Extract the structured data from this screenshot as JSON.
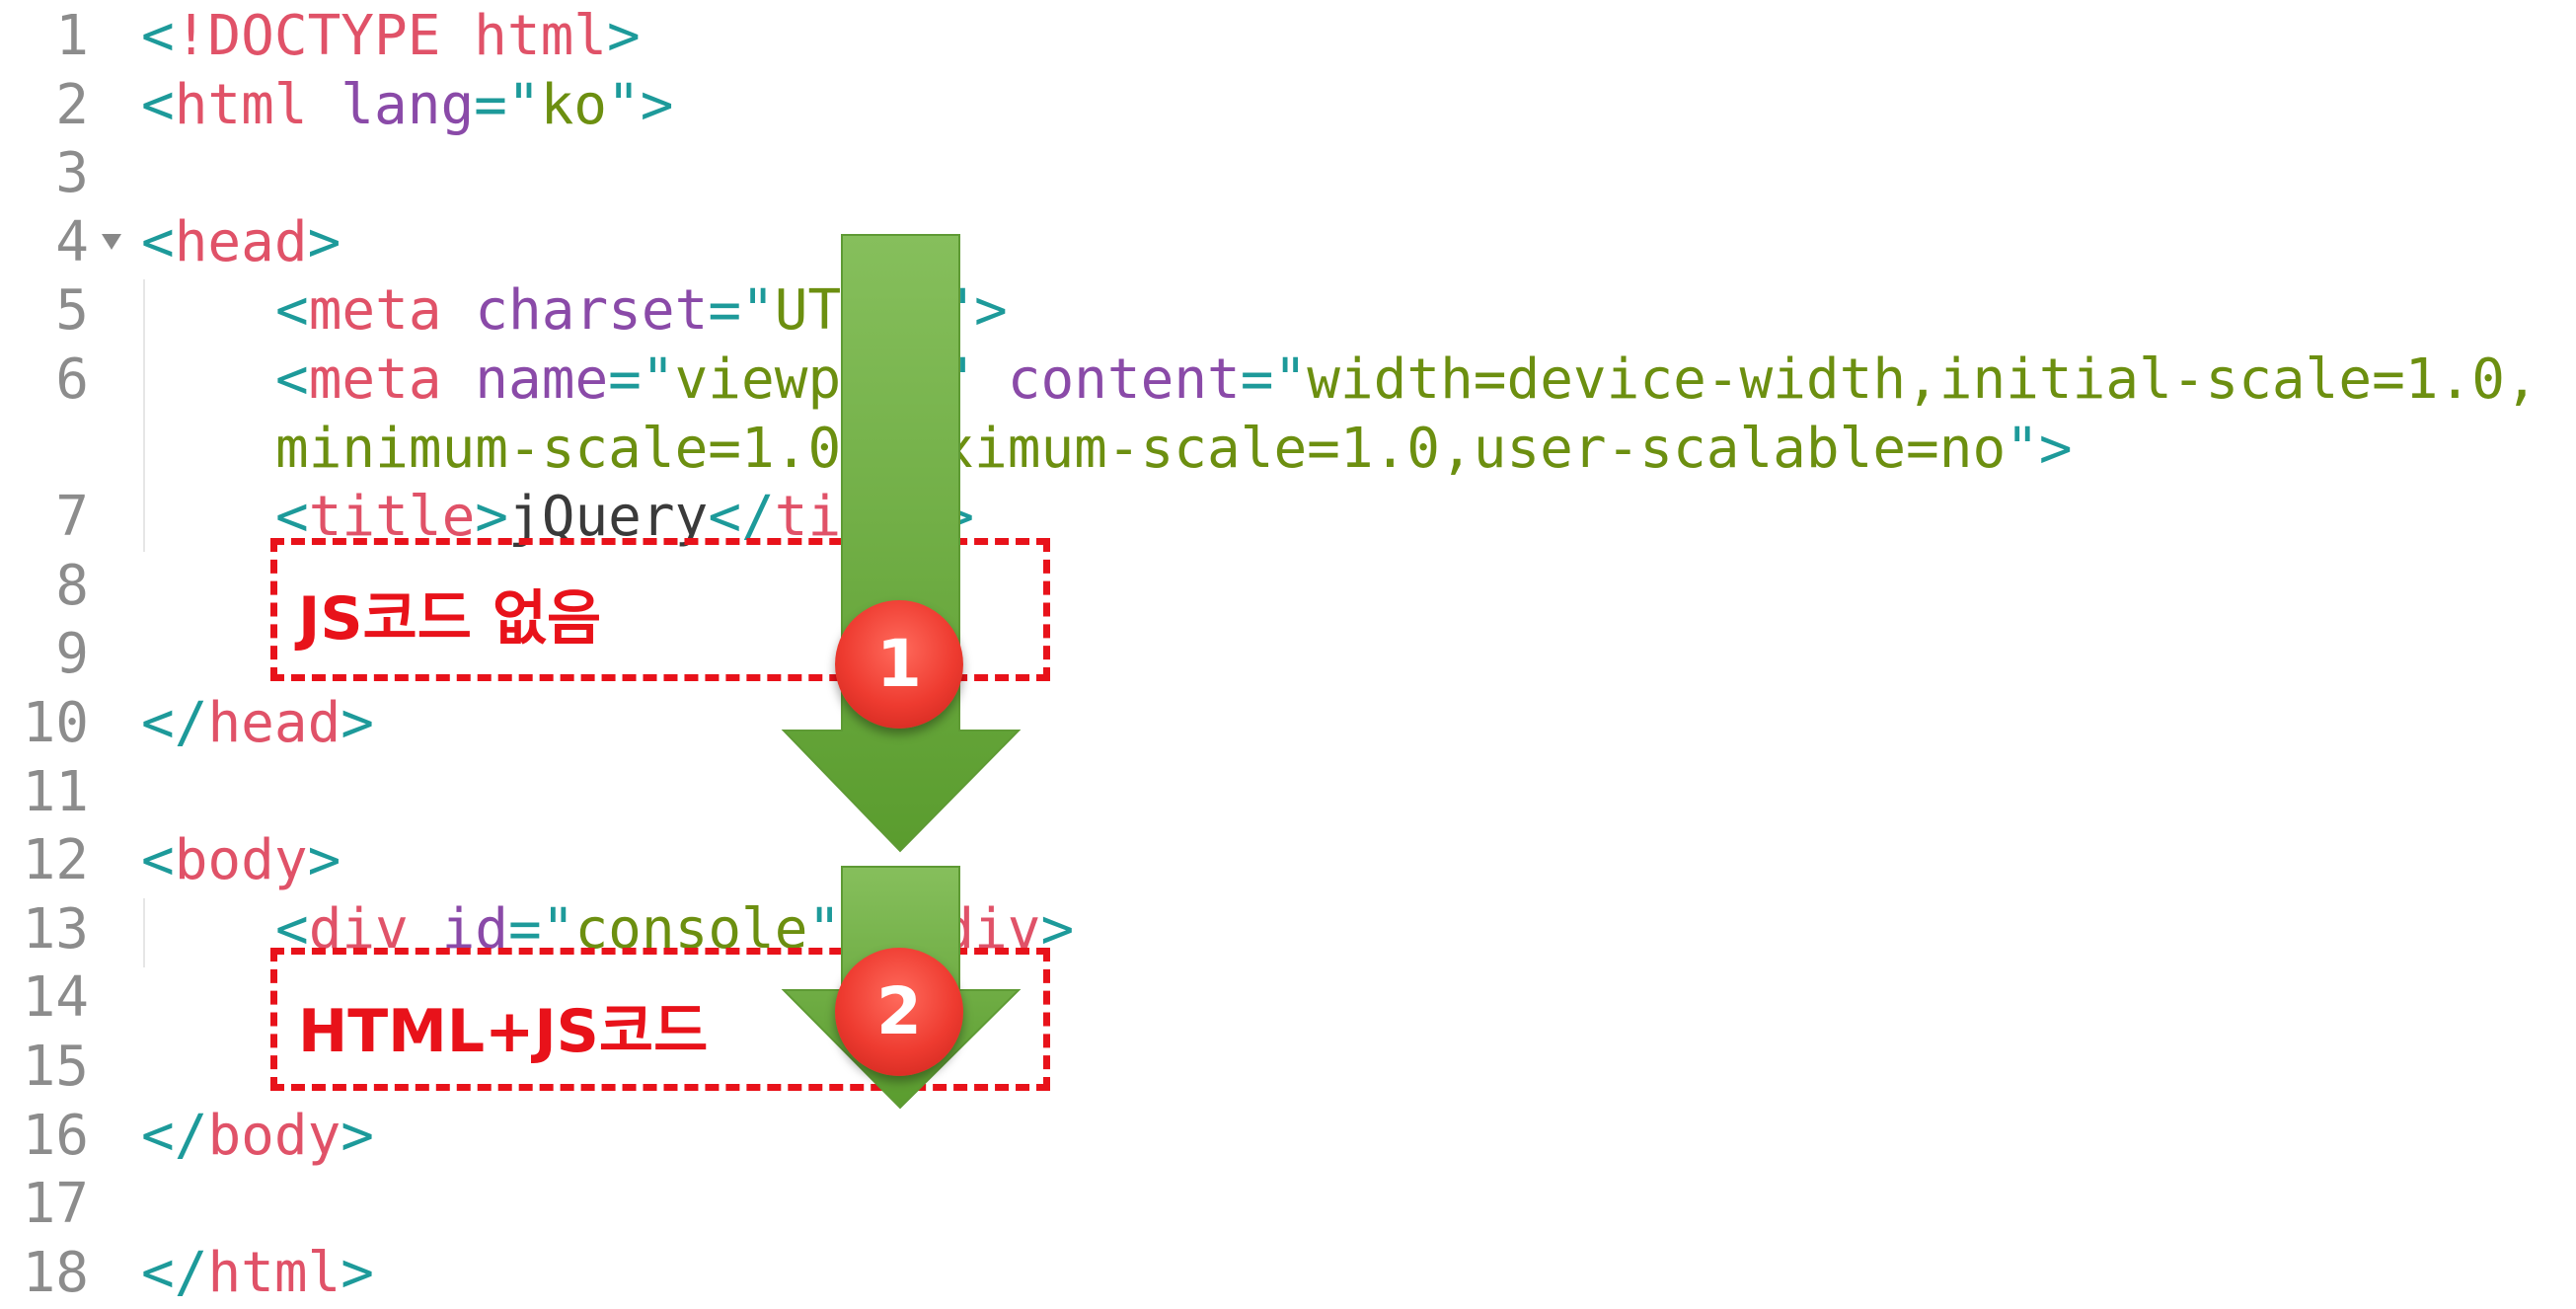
{
  "editor": {
    "lines": [
      {
        "n": "1",
        "indent": false,
        "fold": false,
        "tokens": [
          {
            "t": "pun",
            "v": "<"
          },
          {
            "t": "tag",
            "v": "!DOCTYPE html"
          },
          {
            "t": "pun",
            "v": ">"
          }
        ]
      },
      {
        "n": "2",
        "indent": false,
        "fold": false,
        "tokens": [
          {
            "t": "pun",
            "v": "<"
          },
          {
            "t": "tag",
            "v": "html"
          },
          {
            "t": "txt",
            "v": " "
          },
          {
            "t": "att",
            "v": "lang"
          },
          {
            "t": "pun",
            "v": "=\""
          },
          {
            "t": "val",
            "v": "ko"
          },
          {
            "t": "pun",
            "v": "\">"
          }
        ]
      },
      {
        "n": "3",
        "indent": false,
        "fold": false,
        "tokens": []
      },
      {
        "n": "4",
        "indent": false,
        "fold": true,
        "tokens": [
          {
            "t": "pun",
            "v": "<"
          },
          {
            "t": "tag",
            "v": "head"
          },
          {
            "t": "pun",
            "v": ">"
          }
        ]
      },
      {
        "n": "5",
        "indent": true,
        "fold": false,
        "tokens": [
          {
            "t": "pun",
            "v": "<"
          },
          {
            "t": "tag",
            "v": "meta"
          },
          {
            "t": "txt",
            "v": " "
          },
          {
            "t": "att",
            "v": "charset"
          },
          {
            "t": "pun",
            "v": "=\""
          },
          {
            "t": "val",
            "v": "UTF-8"
          },
          {
            "t": "pun",
            "v": "\">"
          }
        ]
      },
      {
        "n": "6",
        "indent": true,
        "fold": false,
        "tokens": [
          {
            "t": "pun",
            "v": "<"
          },
          {
            "t": "tag",
            "v": "meta"
          },
          {
            "t": "txt",
            "v": " "
          },
          {
            "t": "att",
            "v": "name"
          },
          {
            "t": "pun",
            "v": "=\""
          },
          {
            "t": "val",
            "v": "viewport"
          },
          {
            "t": "pun",
            "v": "\""
          },
          {
            "t": "txt",
            "v": " "
          },
          {
            "t": "att",
            "v": "content"
          },
          {
            "t": "pun",
            "v": "=\""
          },
          {
            "t": "val",
            "v": "width=device-width,initial-scale=1.0,"
          }
        ]
      },
      {
        "n": "",
        "indent": true,
        "fold": false,
        "tokens": [
          {
            "t": "val",
            "v": "minimum-scale=1.0,maximum-scale=1.0,user-scalable=no"
          },
          {
            "t": "pun",
            "v": "\">"
          }
        ]
      },
      {
        "n": "7",
        "indent": true,
        "fold": false,
        "tokens": [
          {
            "t": "pun",
            "v": "<"
          },
          {
            "t": "tag",
            "v": "title"
          },
          {
            "t": "pun",
            "v": ">"
          },
          {
            "t": "txt",
            "v": "jQuery"
          },
          {
            "t": "pun",
            "v": "</"
          },
          {
            "t": "tag",
            "v": "title"
          },
          {
            "t": "pun",
            "v": ">"
          }
        ]
      },
      {
        "n": "8",
        "indent": false,
        "fold": false,
        "tokens": []
      },
      {
        "n": "9",
        "indent": false,
        "fold": false,
        "tokens": []
      },
      {
        "n": "10",
        "indent": false,
        "fold": false,
        "tokens": [
          {
            "t": "pun",
            "v": "</"
          },
          {
            "t": "tag",
            "v": "head"
          },
          {
            "t": "pun",
            "v": ">"
          }
        ]
      },
      {
        "n": "11",
        "indent": false,
        "fold": false,
        "tokens": []
      },
      {
        "n": "12",
        "indent": false,
        "fold": false,
        "tokens": [
          {
            "t": "pun",
            "v": "<"
          },
          {
            "t": "tag",
            "v": "body"
          },
          {
            "t": "pun",
            "v": ">"
          }
        ]
      },
      {
        "n": "13",
        "indent": true,
        "fold": false,
        "tokens": [
          {
            "t": "pun",
            "v": "<"
          },
          {
            "t": "tag",
            "v": "div"
          },
          {
            "t": "txt",
            "v": " "
          },
          {
            "t": "att",
            "v": "id"
          },
          {
            "t": "pun",
            "v": "=\""
          },
          {
            "t": "val",
            "v": "console"
          },
          {
            "t": "pun",
            "v": "\"></"
          },
          {
            "t": "tag",
            "v": "div"
          },
          {
            "t": "pun",
            "v": ">"
          }
        ]
      },
      {
        "n": "14",
        "indent": false,
        "fold": false,
        "tokens": []
      },
      {
        "n": "15",
        "indent": false,
        "fold": false,
        "tokens": []
      },
      {
        "n": "16",
        "indent": false,
        "fold": false,
        "tokens": [
          {
            "t": "pun",
            "v": "</"
          },
          {
            "t": "tag",
            "v": "body"
          },
          {
            "t": "pun",
            "v": ">"
          }
        ]
      },
      {
        "n": "17",
        "indent": false,
        "fold": false,
        "tokens": []
      },
      {
        "n": "18",
        "indent": false,
        "fold": false,
        "tokens": [
          {
            "t": "pun",
            "v": "</"
          },
          {
            "t": "tag",
            "v": "html"
          },
          {
            "t": "pun",
            "v": ">"
          }
        ]
      }
    ]
  },
  "annotations": {
    "box1_label": "JS코드 없음",
    "box2_label": "HTML+JS코드",
    "step1": "1",
    "step2": "2"
  },
  "colors": {
    "tag": "#e05268",
    "punctuation": "#1d9a9a",
    "attribute": "#8a4aa8",
    "value": "#6c8f10",
    "line_number": "#8c8c8c",
    "annotation_red": "#e8121a",
    "arrow_green": "#6aab3c"
  }
}
